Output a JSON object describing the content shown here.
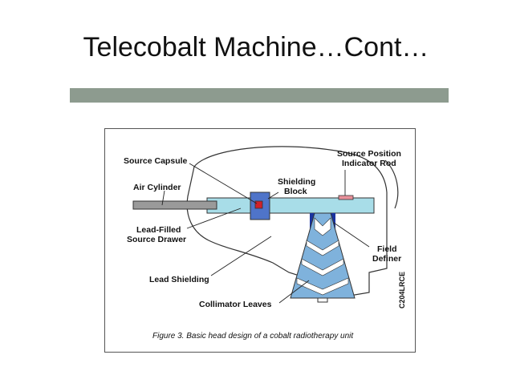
{
  "slide": {
    "title": "Telecobalt Machine…Cont…",
    "bar_color": "#8d9b8f"
  },
  "diagram": {
    "labels": {
      "source_capsule": "Source Capsule",
      "air_cylinder": "Air Cylinder",
      "shielding_block_line1": "Shielding",
      "shielding_block_line2": "Block",
      "source_position_line1": "Source Position",
      "source_position_line2": "Indicator Rod",
      "lead_filled_line1": "Lead-Filled",
      "lead_filled_line2": "Source Drawer",
      "field_definer_line1": "Field",
      "field_definer_line2": "Definer",
      "lead_shielding": "Lead Shielding",
      "collimator_leaves": "Collimator Leaves"
    },
    "caption": "Figure 3. Basic head design of a cobalt radiotherapy unit",
    "code": "C204LRCE",
    "colors": {
      "drawer": "#a8dde8",
      "shield_block": "#4f74c9",
      "source": "#d0202a",
      "indicator_rod": "#e8909a",
      "air_cylinder": "#9a9a9a",
      "field_definer": "#1a33a0",
      "collimator": "#7fb2dc"
    }
  }
}
